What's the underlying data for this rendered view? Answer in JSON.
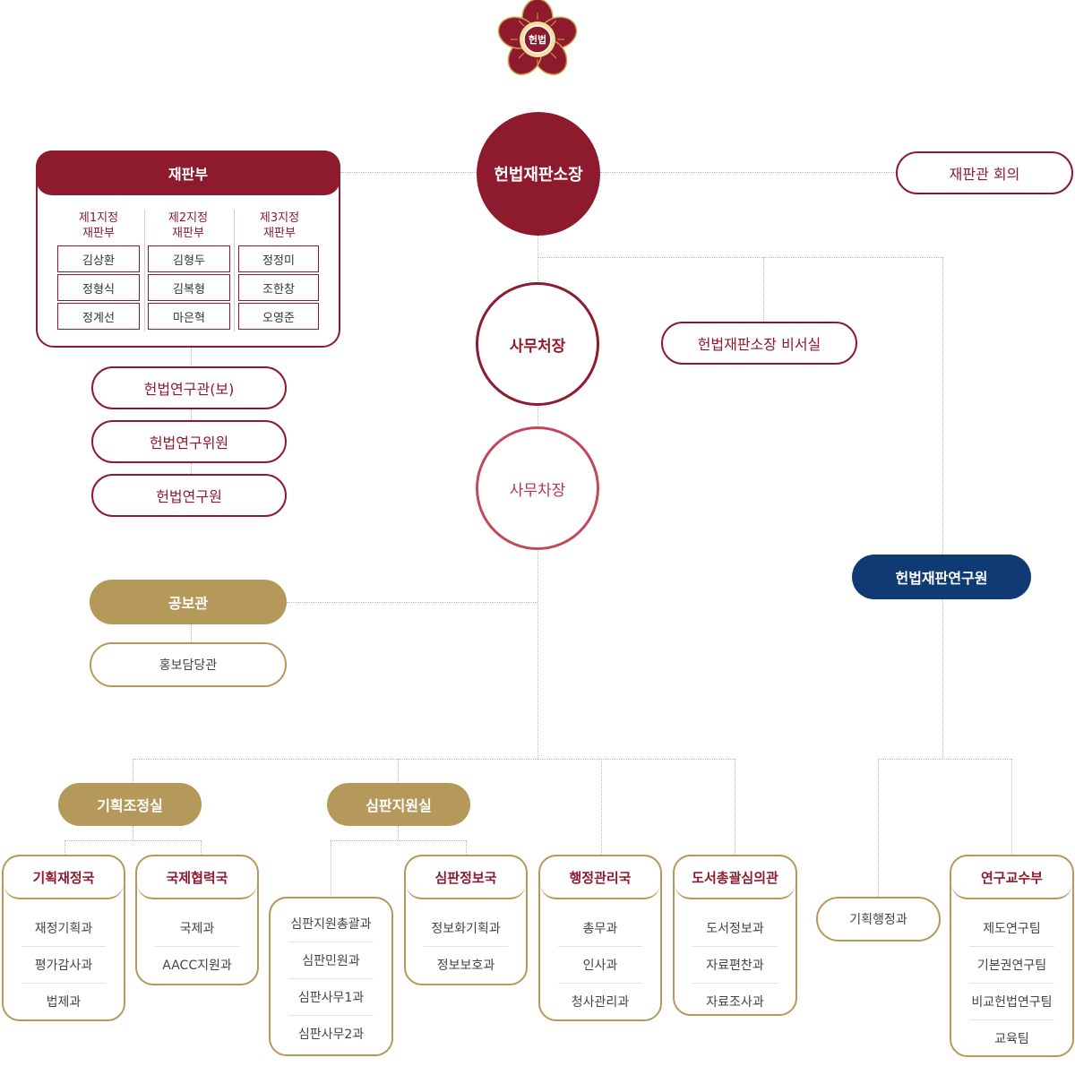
{
  "emblem": {
    "text": "헌법"
  },
  "top": {
    "president": "헌법재판소장",
    "council": "재판관 회의"
  },
  "court": {
    "title": "재판부",
    "divisions": [
      {
        "line1": "제1지정",
        "line2": "재판부",
        "judges": [
          "김상환",
          "정형식",
          "정계선"
        ]
      },
      {
        "line1": "제2지정",
        "line2": "재판부",
        "judges": [
          "김형두",
          "김복형",
          "마은혁"
        ]
      },
      {
        "line1": "제3지정",
        "line2": "재판부",
        "judges": [
          "정정미",
          "조한창",
          "오영준"
        ]
      }
    ]
  },
  "research": [
    "헌법연구관(보)",
    "헌법연구위원",
    "헌법연구원"
  ],
  "secretary_general": "사무처장",
  "deputy_secretary_general": "사무차장",
  "secretariat_office": "헌법재판소장 비서실",
  "institute": "헌법재판연구원",
  "pr": {
    "title": "공보관",
    "sub": "홍보담당관"
  },
  "offices": {
    "planning": "기획조정실",
    "support": "심판지원실"
  },
  "departments": [
    {
      "title": "기획재정국",
      "items": [
        "재정기획과",
        "평가감사과",
        "법제과"
      ]
    },
    {
      "title": "국제협력국",
      "items": [
        "국제과",
        "AACC지원과"
      ]
    },
    {
      "title": "심판정보국",
      "items": [
        "정보화기획과",
        "정보보호과"
      ]
    },
    {
      "title": "행정관리국",
      "items": [
        "총무과",
        "인사과",
        "청사관리과"
      ]
    },
    {
      "title": "도서총괄심의관",
      "items": [
        "도서정보과",
        "자료편찬과",
        "자료조사과"
      ]
    },
    {
      "title": "연구교수부",
      "items": [
        "제도연구팀",
        "기본권연구팀",
        "비교헌법연구팀",
        "교육팀"
      ]
    }
  ],
  "support_list": [
    "심판지원총괄과",
    "심판민원과",
    "심판사무1과",
    "심판사무2과"
  ],
  "institute_admin": "기획행정과",
  "colors": {
    "crimson": "#8e1a2e",
    "gold": "#b5995a",
    "navy": "#0f3a73"
  }
}
